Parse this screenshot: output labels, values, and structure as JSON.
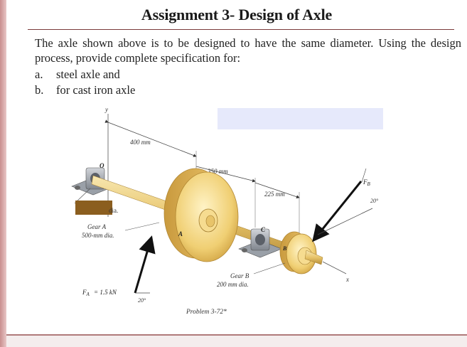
{
  "slide": {
    "title": "Assignment 3- Design of Axle",
    "paragraph": "The axle shown above is to be designed to have the same diameter. Using the design process, provide complete specification for:",
    "items": [
      {
        "marker": "a.",
        "text": "steel axle and"
      },
      {
        "marker": "b.",
        "text": "for cast iron axle"
      }
    ]
  },
  "figure": {
    "axis_y": "y",
    "axis_x": "x",
    "dim_400": "400 mm",
    "dim_350": "350 mm",
    "dim_225": "225 mm",
    "label_O": "O",
    "label_C": "C",
    "label_B": "B",
    "label_A": "A",
    "label_dia": "dia.",
    "gear_a_line1": "Gear A",
    "gear_a_line2": "500-mm dia.",
    "gear_b_line1": "Gear B",
    "gear_b_line2": "200 mm dia.",
    "force_a": "F",
    "force_a_sub": "A",
    "force_a_value": "= 1.5 kN",
    "force_b": "F",
    "force_b_sub": "B",
    "angle_a": "20°",
    "angle_b": "20°",
    "caption": "Problem 3-72*"
  }
}
